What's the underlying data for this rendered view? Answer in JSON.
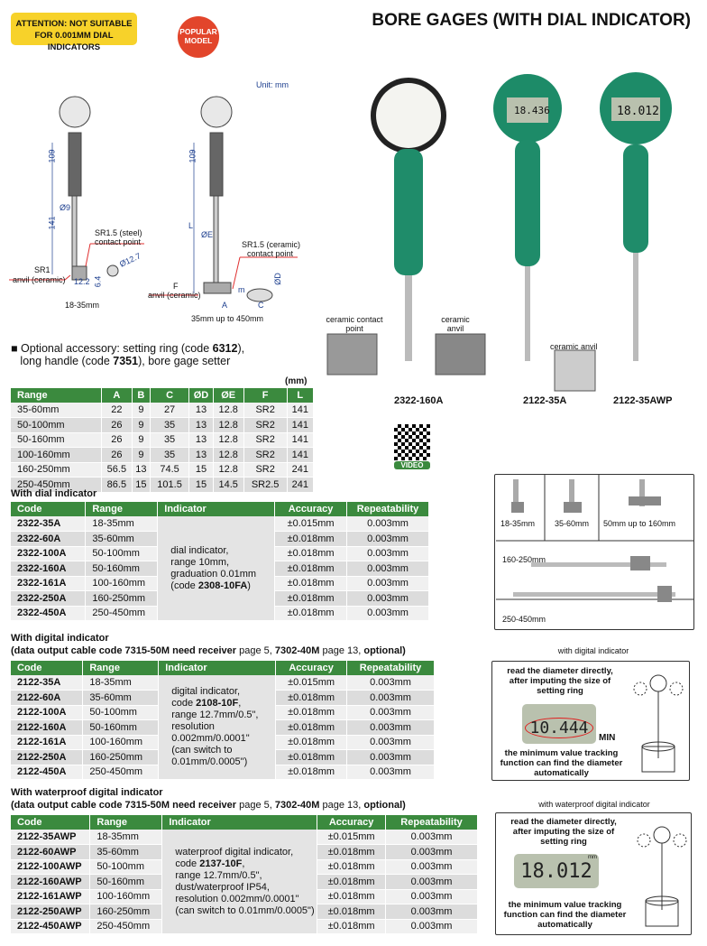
{
  "attention": "ATTENTION: NOT SUITABLE FOR 0.001MM DIAL INDICATORS",
  "popular": "POPULAR MODEL",
  "title": "BORE GAGES (WITH DIAL INDICATOR)",
  "unit": "Unit: mm",
  "diagram": {
    "d109a": "109",
    "d141": "141",
    "d9": "Ø9",
    "sr15steel": "SR1.5 (steel)",
    "contact1": "contact point",
    "sr1": "SR1",
    "anvil1": "anvil (ceramic)",
    "d122": "12.2",
    "d64": "6.4",
    "d127": "Ø12.7",
    "cap1": "18-35mm",
    "d109b": "109",
    "L": "L",
    "E": "ØE",
    "sr15cer": "SR1.5 (ceramic)",
    "contact2": "contact point",
    "F": "F",
    "anvil2": "anvil (ceramic)",
    "m": "m",
    "A": "A",
    "C": "C",
    "D": "ØD",
    "cap2": "35mm up to 450mm"
  },
  "photos": {
    "ceramic_contact": "ceramic contact point",
    "ceramic_anvil": "ceramic anvil",
    "ceramic_anvil2": "ceramic anvil",
    "m1": "2322-160A",
    "m2": "2122-35A",
    "m3": "2122-35AWP",
    "lcd1": "18.436",
    "lcd2": "18.012",
    "video": "VIDEO"
  },
  "accessory": {
    "l1a": "Optional accessory: setting ring (code ",
    "l1b": "6312",
    "l1c": "),",
    "l2a": "long handle (code ",
    "l2b": "7351",
    "l2c": "), bore gage setter"
  },
  "spec": {
    "unit": "(mm)",
    "headers": [
      "Range",
      "A",
      "B",
      "C",
      "ØD",
      "ØE",
      "F",
      "L"
    ],
    "rows": [
      [
        "35-60mm",
        "22",
        "9",
        "27",
        "13",
        "12.8",
        "SR2",
        "141"
      ],
      [
        "50-100mm",
        "26",
        "9",
        "35",
        "13",
        "12.8",
        "SR2",
        "141"
      ],
      [
        "50-160mm",
        "26",
        "9",
        "35",
        "13",
        "12.8",
        "SR2",
        "141"
      ],
      [
        "100-160mm",
        "26",
        "9",
        "35",
        "13",
        "12.8",
        "SR2",
        "141"
      ],
      [
        "160-250mm",
        "56.5",
        "13",
        "74.5",
        "15",
        "12.8",
        "SR2",
        "241"
      ],
      [
        "250-450mm",
        "86.5",
        "15",
        "101.5",
        "15",
        "14.5",
        "SR2.5",
        "241"
      ]
    ]
  },
  "t1": {
    "title": "With dial indicator",
    "headers": [
      "Code",
      "Range",
      "Indicator",
      "Accuracy",
      "Repeatability"
    ],
    "indicator": {
      "a": "dial indicator,",
      "b": "range 10mm,",
      "c": "graduation 0.01mm",
      "d": "(code ",
      "e": "2308-10FA",
      "f": ")"
    },
    "rows": [
      [
        "2322-35A",
        "18-35mm",
        "±0.015mm",
        "0.003mm"
      ],
      [
        "2322-60A",
        "35-60mm",
        "±0.018mm",
        "0.003mm"
      ],
      [
        "2322-100A",
        "50-100mm",
        "±0.018mm",
        "0.003mm"
      ],
      [
        "2322-160A",
        "50-160mm",
        "±0.018mm",
        "0.003mm"
      ],
      [
        "2322-161A",
        "100-160mm",
        "±0.018mm",
        "0.003mm"
      ],
      [
        "2322-250A",
        "160-250mm",
        "±0.018mm",
        "0.003mm"
      ],
      [
        "2322-450A",
        "250-450mm",
        "±0.018mm",
        "0.003mm"
      ]
    ]
  },
  "t2": {
    "title": "With digital indicator",
    "sub": {
      "a": "(data output cable code 7315-50M need receiver",
      "b": " page 5, ",
      "c": "7302-40M",
      "d": " page 13, ",
      "e": "optional)"
    },
    "headers": [
      "Code",
      "Range",
      "Indicator",
      "Accuracy",
      "Repeatability"
    ],
    "indicator": {
      "a": "digital indicator,",
      "b": "code ",
      "c": "2108-10F",
      "d": ",",
      "e": "range 12.7mm/0.5\",",
      "f": "resolution",
      "g": "0.002mm/0.0001\"",
      "h": "(can switch to",
      "i": "0.01mm/0.0005\")"
    },
    "rows": [
      [
        "2122-35A",
        "18-35mm",
        "±0.015mm",
        "0.003mm"
      ],
      [
        "2122-60A",
        "35-60mm",
        "±0.018mm",
        "0.003mm"
      ],
      [
        "2122-100A",
        "50-100mm",
        "±0.018mm",
        "0.003mm"
      ],
      [
        "2122-160A",
        "50-160mm",
        "±0.018mm",
        "0.003mm"
      ],
      [
        "2122-161A",
        "100-160mm",
        "±0.018mm",
        "0.003mm"
      ],
      [
        "2122-250A",
        "160-250mm",
        "±0.018mm",
        "0.003mm"
      ],
      [
        "2122-450A",
        "250-450mm",
        "±0.018mm",
        "0.003mm"
      ]
    ]
  },
  "t3": {
    "title": "With waterproof digital indicator",
    "sub": {
      "a": "(data output cable code 7315-50M need receiver",
      "b": " page 5, ",
      "c": "7302-40M",
      "d": " page 13, ",
      "e": "optional)"
    },
    "headers": [
      "Code",
      "Range",
      "Indicator",
      "Accuracy",
      "Repeatability"
    ],
    "indicator": {
      "a": "waterproof digital indicator,",
      "b": "code ",
      "c": "2137-10F",
      "d": ",",
      "e": "range 12.7mm/0.5\",",
      "f": "dust/waterproof IP54,",
      "g": "resolution 0.002mm/0.0001\"",
      "h": "(can switch to 0.01mm/0.0005\")"
    },
    "rows": [
      [
        "2122-35AWP",
        "18-35mm",
        "±0.015mm",
        "0.003mm"
      ],
      [
        "2122-60AWP",
        "35-60mm",
        "±0.018mm",
        "0.003mm"
      ],
      [
        "2122-100AWP",
        "50-100mm",
        "±0.018mm",
        "0.003mm"
      ],
      [
        "2122-160AWP",
        "50-160mm",
        "±0.018mm",
        "0.003mm"
      ],
      [
        "2122-161AWP",
        "100-160mm",
        "±0.018mm",
        "0.003mm"
      ],
      [
        "2122-250AWP",
        "160-250mm",
        "±0.018mm",
        "0.003mm"
      ],
      [
        "2122-450AWP",
        "250-450mm",
        "±0.018mm",
        "0.003mm"
      ]
    ]
  },
  "heads": {
    "h1": "18-35mm",
    "h2": "35-60mm",
    "h3": "50mm up to 160mm",
    "h4": "160-250mm",
    "h5": "250-450mm"
  },
  "dig": {
    "label": "with digital indicator",
    "read": "read the diameter directly, after imputing the size of setting ring",
    "lcd": "10.444",
    "min": "MIN",
    "track": "the minimum value tracking function can find the diameter automatically"
  },
  "wp": {
    "label": "with waterproof digital indicator",
    "read": "read the diameter directly, after imputing the size of setting ring",
    "lcd": "18.012",
    "unit": "mm",
    "track": "the minimum value tracking function can find the diameter automatically"
  },
  "colors": {
    "green": "#3b8a3e",
    "yellow": "#f7d22a",
    "red": "#e2452b"
  }
}
